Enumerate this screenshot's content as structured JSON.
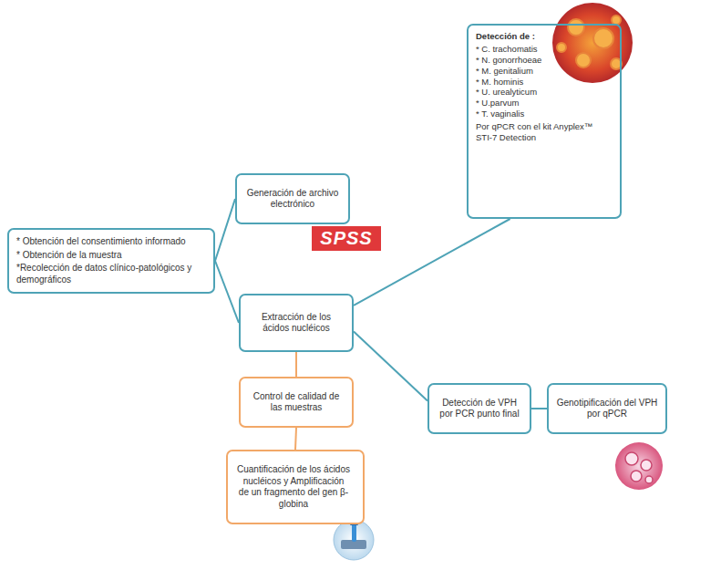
{
  "diagram": {
    "nodes": [
      {
        "text": [
          "* Obtención del consentimiento informado",
          "* Obtención de la muestra",
          "*Recolección de datos clínico-patológicos y demográficos"
        ]
      },
      {
        "text": [
          "Generación de archivo electrónico"
        ]
      },
      {
        "text": [
          "Extracción de los ácidos nucléicos"
        ]
      },
      {
        "text": [
          "Detección de :",
          "* C. trachomatis",
          "* N. gonorrhoeae",
          "* M. genitalium",
          "* M. hominis",
          "* U. urealyticum",
          "* U.parvum",
          "* T. vaginalis",
          "Por qPCR con el kit Anyplex™ STI-7 Detection"
        ]
      },
      {
        "text": [
          "Control de calidad de las muestras"
        ]
      },
      {
        "text": [
          "Cuantificación de los ácidos nucléicos y Amplificación de un fragmento del gen β-globina"
        ]
      },
      {
        "text": [
          "Detección de VPH por PCR punto final"
        ]
      },
      {
        "text": [
          "Genotipificación del VPH por qPCR"
        ]
      }
    ],
    "edges": [
      {
        "from": 0,
        "to": 1,
        "arrow": "none"
      },
      {
        "from": 0,
        "to": 2,
        "arrow": "none"
      },
      {
        "from": 2,
        "to": 3,
        "arrow": "none"
      },
      {
        "from": 2,
        "to": 6,
        "arrow": "none"
      },
      {
        "from": 6,
        "to": 7,
        "arrow": "none"
      },
      {
        "from": 2,
        "to": 4,
        "arrow": "none"
      },
      {
        "from": 4,
        "to": 5,
        "arrow": "none"
      }
    ],
    "labels": [
      "SPSS"
    ]
  }
}
